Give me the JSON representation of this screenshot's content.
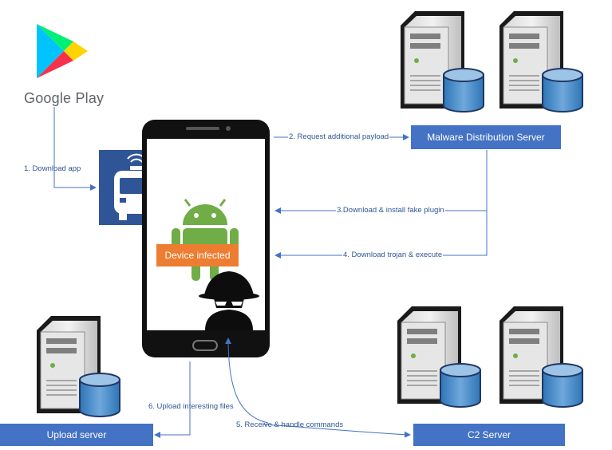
{
  "store": {
    "name": "Google Play"
  },
  "nodes": {
    "malware_server": "Malware Distribution Server",
    "upload_server": "Upload server",
    "c2_server": "C2 Server",
    "device_status": "Device infected"
  },
  "steps": {
    "s1": "1. Download app",
    "s2": "2. Request additional payload",
    "s3": "3.Download & install fake plugin",
    "s4": "4. Download trojan & execute",
    "s5": "5. Receive & handle commands",
    "s6": "6. Upload interesting files"
  },
  "colors": {
    "box": "#4472c4",
    "arrow": "#4472c4",
    "infected": "#ed7d31",
    "app_icon": "#2f5597",
    "android": "#70ad47"
  },
  "icons": [
    "google-play-logo",
    "bus-app-icon",
    "android-robot-icon",
    "hacker-spy-icon",
    "server-database-icon"
  ]
}
